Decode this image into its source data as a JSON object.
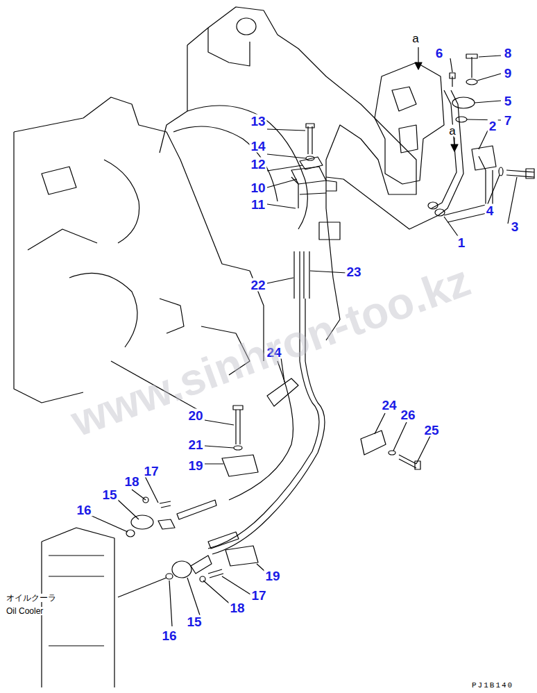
{
  "diagram": {
    "labels": [
      "a",
      "6",
      "8",
      "9",
      "5",
      "7",
      "a",
      "2",
      "13",
      "14",
      "12",
      "10",
      "4",
      "3",
      "11",
      "1",
      "22",
      "23",
      "24",
      "24",
      "26",
      "25",
      "20",
      "21",
      "19",
      "17",
      "18",
      "15",
      "16",
      "17",
      "18",
      "19",
      "16",
      "15",
      "オイルクーラ",
      "Oil Cooler",
      "PJ1B140",
      "www.sinhron-too.kz"
    ]
  }
}
